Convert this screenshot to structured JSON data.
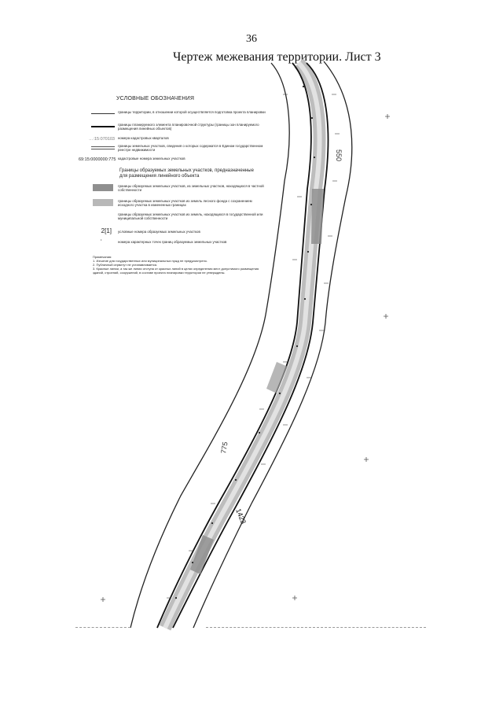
{
  "page": {
    "number": "36",
    "title": "Чертеж межевания территории. Лист 3"
  },
  "legend": {
    "heading": "УСЛОВНЫЕ ОБОЗНАЧЕНИЯ",
    "rows": [
      {
        "code": "",
        "text": "границы территории, в отношении которой осуществляется подготовка проекта планировки"
      },
      {
        "code": "",
        "text": "границы планируемого элемента планировочной структуры (границы зон планируемого размещения линейных объектов)"
      },
      {
        "code": "…:15:070103",
        "text": "номера кадастровых кварталов"
      },
      {
        "code": "",
        "text": "границы земельных участков, сведения о которых содержатся в Едином государственном реестре недвижимости"
      },
      {
        "code": "69:15:0000000:775",
        "text": "кадастровые номера земельных участков"
      }
    ],
    "section_heading": "Границы образуемых земельных участков, предназначенные для размещения линейного объекта",
    "section_rows": [
      {
        "text": "границы образуемых земельных участков, из земельных участков, находящихся в частной собственности"
      },
      {
        "text": "границы образуемых земельных участков из земель лесного фонда с сохранением исходного участка в измененных границах"
      },
      {
        "text": "границы образуемых земельных участков из земель, находящихся в государственной или муниципальной собственности"
      }
    ],
    "conditional_number_code": "2[1]",
    "conditional_number_text": "условные номера образуемых земельных участков",
    "point_text": "номера характерных точек границ образуемых земельных участков",
    "notes_title": "Примечания:",
    "notes": [
      "1. Изъятие для государственных или муниципальных нужд не предусмотрено.",
      "2. Публичный сервитут не устанавливается.",
      "3. Красные линии, а так же линии отступа от красных линий в целях определения мест допустимого размещения зданий, строений, сооружений, в составе проекта планировки территории не утверждены."
    ]
  },
  "map_labels": {
    "parcel_550": "550",
    "parcel_775": "775",
    "parcel_1423": "1423"
  },
  "colors": {
    "line": "#111111",
    "fill_gray": "#9a9a9a",
    "fill_light": "#c4c4c4"
  }
}
